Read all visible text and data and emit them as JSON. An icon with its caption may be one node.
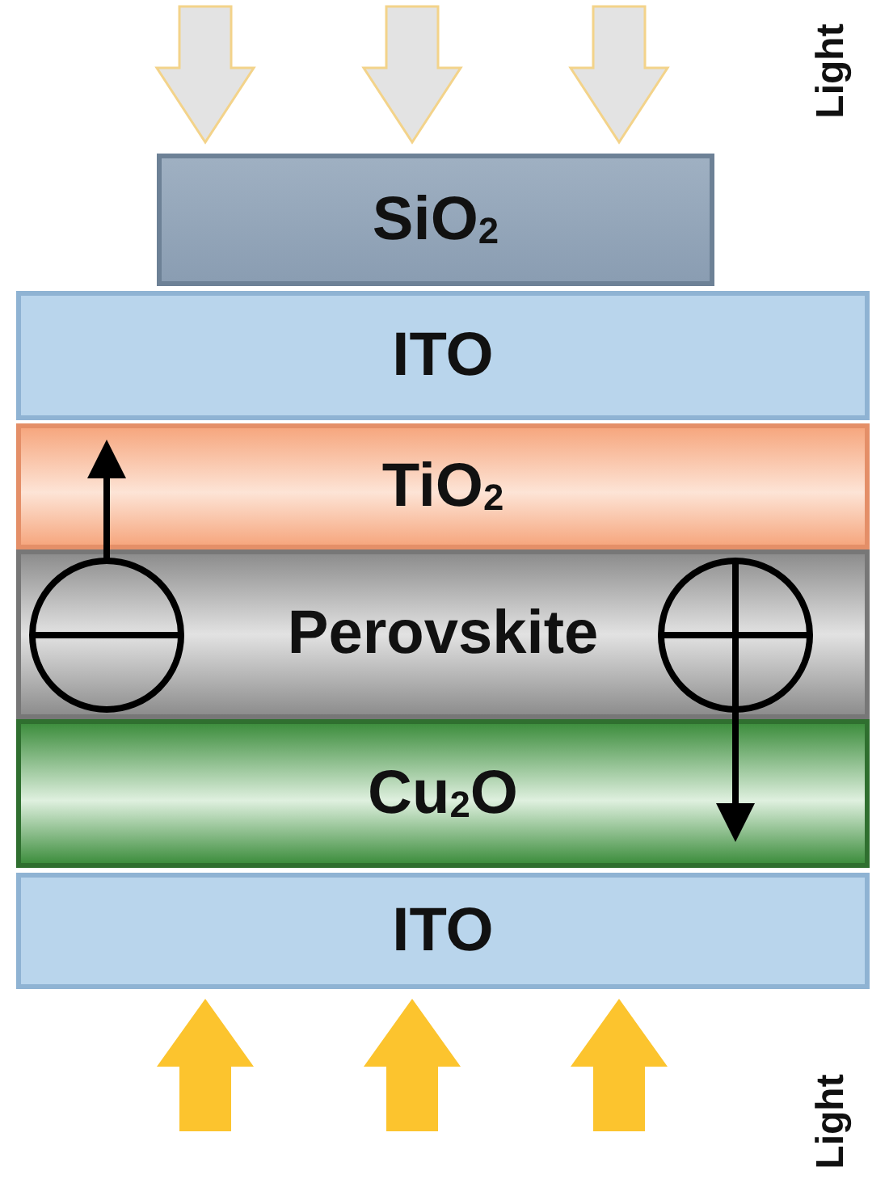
{
  "diagram": {
    "nodes": [
      {
        "text": [
          "SiO$_{2}$"
        ]
      },
      {
        "text": [
          "ITO"
        ]
      },
      {
        "text": [
          "TiO$_{2}$"
        ]
      },
      {
        "text": [
          "Perovskite"
        ]
      },
      {
        "text": [
          "Cu$_{2}$O"
        ]
      },
      {
        "text": [
          "ITO"
        ]
      },
      {
        "text": [],
        "shape": "circle",
        "in": 3
      },
      {
        "text": [],
        "shape": "circle",
        "in": 3
      }
    ],
    "edges": [
      {
        "from": 6,
        "to": 2,
        "arrow": "to"
      },
      {
        "from": 7,
        "to": 4,
        "arrow": "to"
      }
    ],
    "labels": [
      "Light",
      "Light"
    ]
  }
}
